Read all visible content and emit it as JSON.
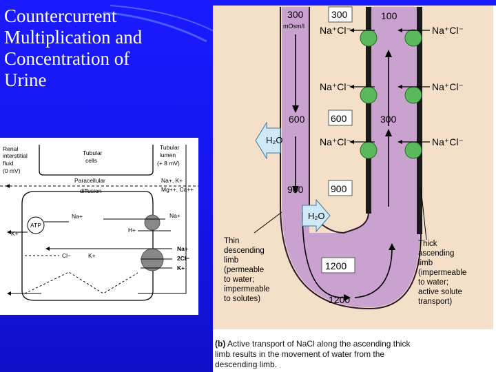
{
  "slide": {
    "title_lines": [
      "Countercurrent",
      "Multiplication and",
      "Concentration of",
      "Urine"
    ]
  },
  "colors": {
    "background": "#1a1aff",
    "tubule_fill": "#c9a2cf",
    "pump": "#5cb85c",
    "photo_bg": "#f4dfc8"
  },
  "left_diagram": {
    "col_interstitial": [
      "Renal",
      "interstitial",
      "fluid",
      "(0 mV)"
    ],
    "col_cells": [
      "Tubular",
      "cells"
    ],
    "col_lumen": [
      "Tubular",
      "lumen",
      "(+ 8 mV)"
    ],
    "paracellular": [
      "Paracellular",
      "diffusion"
    ],
    "paracellular_ions": [
      "Na+, K+",
      "Mg++, Ca++"
    ],
    "atp": "ATP",
    "na_left": "Na+",
    "k_left": "K+",
    "cl_left": "Cl−",
    "k_mid": "K+",
    "na_right": "Na+",
    "h_right": "H+",
    "cotransport": [
      "Na+",
      "2Cl−",
      "K+"
    ]
  },
  "right_diagram": {
    "osm_top_left": "300",
    "osm_unit": "mOsm/l",
    "osm_top_box": "300",
    "osm_top_right": "100",
    "osm_mid_left": "600",
    "osm_mid_box": "600",
    "osm_mid_right": "300",
    "osm_low_left": "900",
    "osm_low_box": "900",
    "osm_bottom_box": "1200",
    "osm_bottom": "1200",
    "nacl": "Na⁺Cl⁻",
    "water": "H₂O",
    "thin_label": [
      "Thin",
      "descending",
      "limb",
      "(permeable",
      "to water;",
      "impermeable",
      "to solutes)"
    ],
    "thick_label": [
      "Thick",
      "ascending",
      "limb",
      "(impermeable",
      "to water;",
      "active solute",
      "transport)"
    ]
  },
  "caption": {
    "prefix": "(b)",
    "text": "Active transport of NaCl along the ascending thick limb results in the movement of water from the descending limb."
  }
}
